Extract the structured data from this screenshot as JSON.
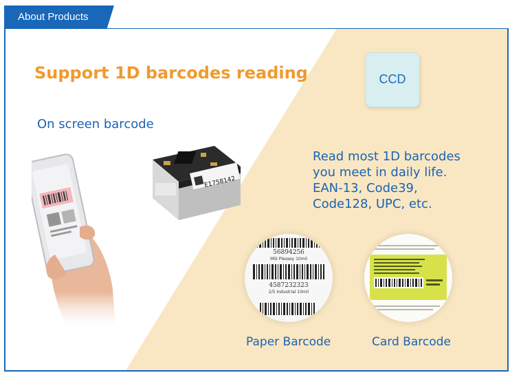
{
  "header": {
    "tab_label": "About Products",
    "accent_color": "#1867b8"
  },
  "main": {
    "headline": "Support 1D barcodes reading",
    "headline_color": "#f09a2e",
    "text_color": "#1a63b4",
    "badge": {
      "label": "CCD"
    },
    "on_screen_label": "On screen barcode",
    "module_label": "E1758142",
    "description_lines": [
      "Read most 1D barcodes",
      "you meet in daily life.",
      "EAN-13, Code39,",
      "Code128, UPC, etc."
    ],
    "paper": {
      "caption": "Paper Barcode",
      "label_top_number": "56894256",
      "label_top_text": "MSI Plessey 10mil",
      "label_bottom_number": "4587232323",
      "label_bottom_text": "2/5 Industrial 10mil"
    },
    "card": {
      "caption": "Card Barcode",
      "card_color": "#d7e24a"
    },
    "background_tint": "#f9e7c3"
  }
}
